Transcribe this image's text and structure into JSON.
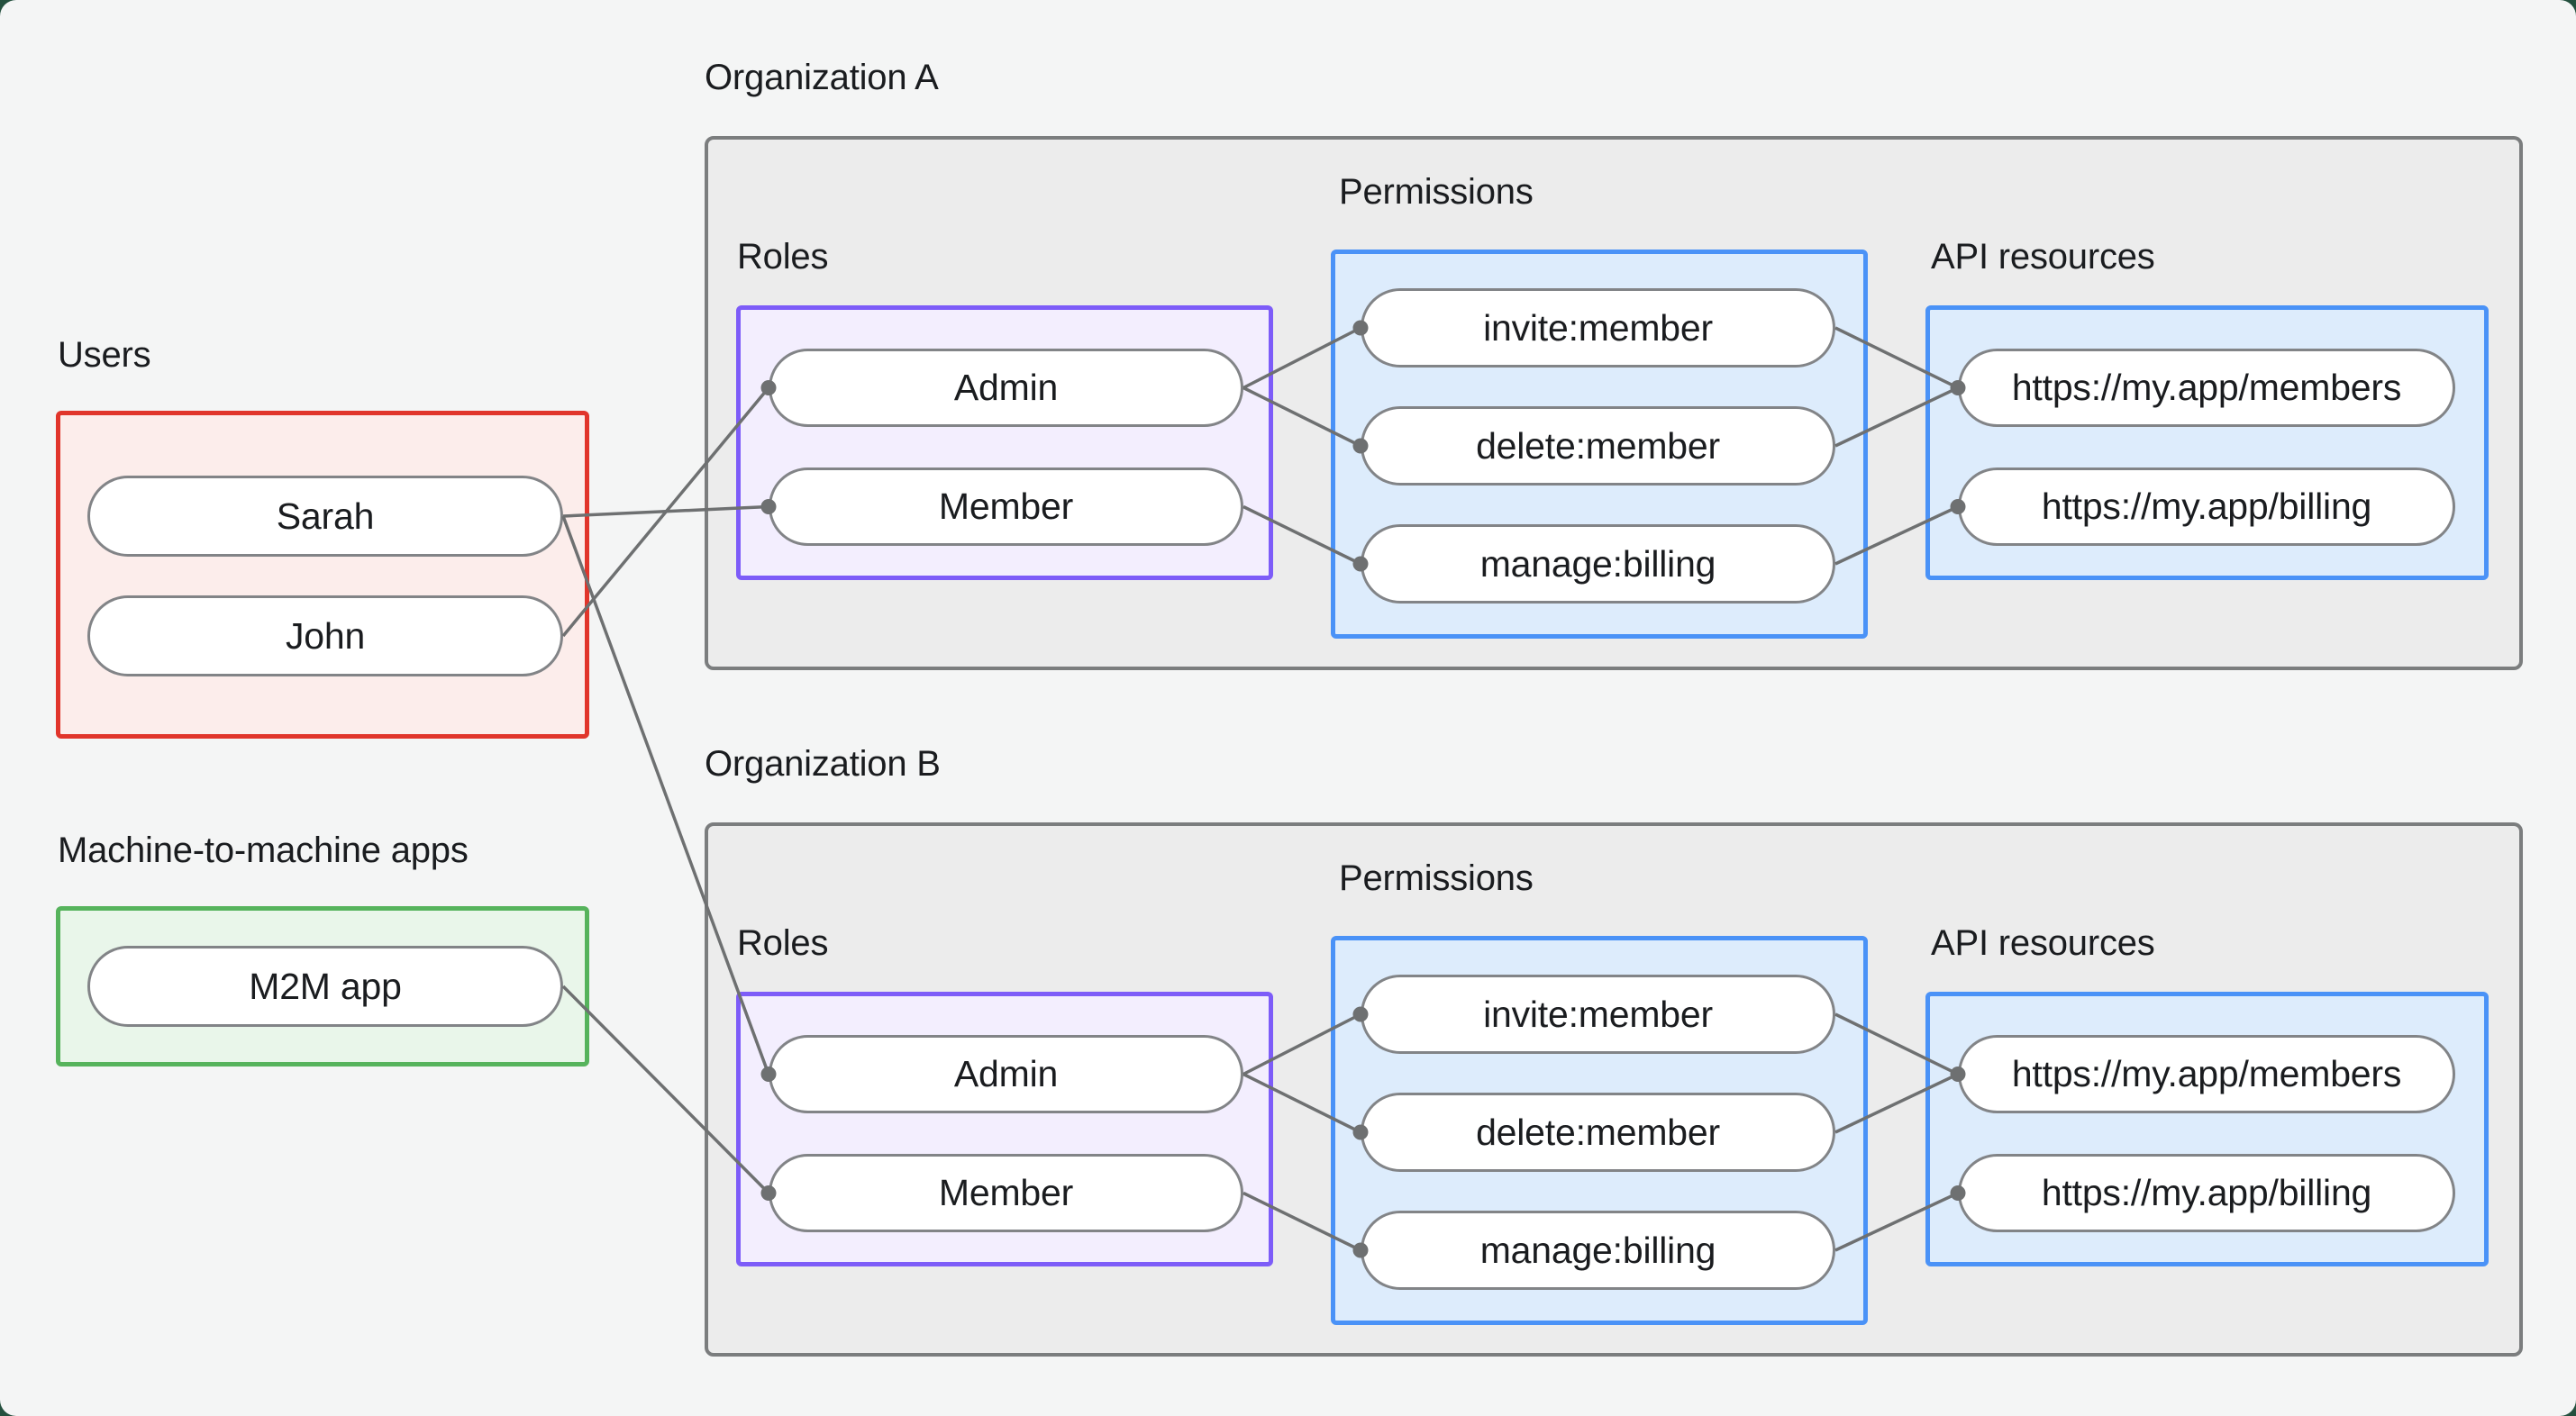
{
  "groups": {
    "users": {
      "label": "Users",
      "border_color": "#e1352b",
      "fill_color": "#fcedeb"
    },
    "machine_apps": {
      "label": "Machine-to-machine apps",
      "border_color": "#56b35c",
      "fill_color": "#e9f6ea"
    }
  },
  "orgs": [
    {
      "label": "Organization A",
      "roles_label": "Roles",
      "permissions_label": "Permissions",
      "api_label": "API resources"
    },
    {
      "label": "Organization B",
      "roles_label": "Roles",
      "permissions_label": "Permissions",
      "api_label": "API resources"
    }
  ],
  "nodes": {
    "users": {
      "sarah": "Sarah",
      "john": "John"
    },
    "machine_apps": {
      "m2m_app": "M2M app"
    },
    "org_a": {
      "admin": "Admin",
      "member": "Member",
      "invite": "invite:member",
      "delete": "delete:member",
      "manage": "manage:billing",
      "members_api": "https://my.app/members",
      "billing_api": "https://my.app/billing"
    },
    "org_b": {
      "admin": "Admin",
      "member": "Member",
      "invite": "invite:member",
      "delete": "delete:member",
      "manage": "manage:billing",
      "members_api": "https://my.app/members",
      "billing_api": "https://my.app/billing"
    }
  },
  "edges": [
    {
      "from": "node-john",
      "to": "a-admin"
    },
    {
      "from": "node-sarah",
      "to": "a-member"
    },
    {
      "from": "node-sarah",
      "to": "b-admin"
    },
    {
      "from": "node-m2m-app",
      "to": "b-member"
    },
    {
      "from": "a-admin",
      "to": "a-invite"
    },
    {
      "from": "a-admin",
      "to": "a-delete"
    },
    {
      "from": "a-member",
      "to": "a-manage"
    },
    {
      "from": "a-invite",
      "to": "a-members"
    },
    {
      "from": "a-delete",
      "to": "a-members"
    },
    {
      "from": "a-manage",
      "to": "a-billing"
    },
    {
      "from": "b-admin",
      "to": "b-invite"
    },
    {
      "from": "b-admin",
      "to": "b-delete"
    },
    {
      "from": "b-member",
      "to": "b-manage"
    },
    {
      "from": "b-invite",
      "to": "b-members"
    },
    {
      "from": "b-delete",
      "to": "b-members"
    },
    {
      "from": "b-manage",
      "to": "b-billing"
    }
  ],
  "colors": {
    "page_bg": "#f4f5f5",
    "frame_bg": "#24503e",
    "org_border": "#7b7d7e",
    "org_fill": "#ececec",
    "roles_border": "#7d5cf8",
    "roles_fill": "#f3eefe",
    "perm_border": "#4a92f7",
    "perm_fill": "#ddecfc",
    "pill_border": "#828487",
    "pill_fill": "#ffffff",
    "line": "#6e7071",
    "dot": "#6e7071",
    "text": "#1a1c1f"
  },
  "line_style": {
    "stroke_width": 3.5,
    "dot_radius": 8.5
  }
}
